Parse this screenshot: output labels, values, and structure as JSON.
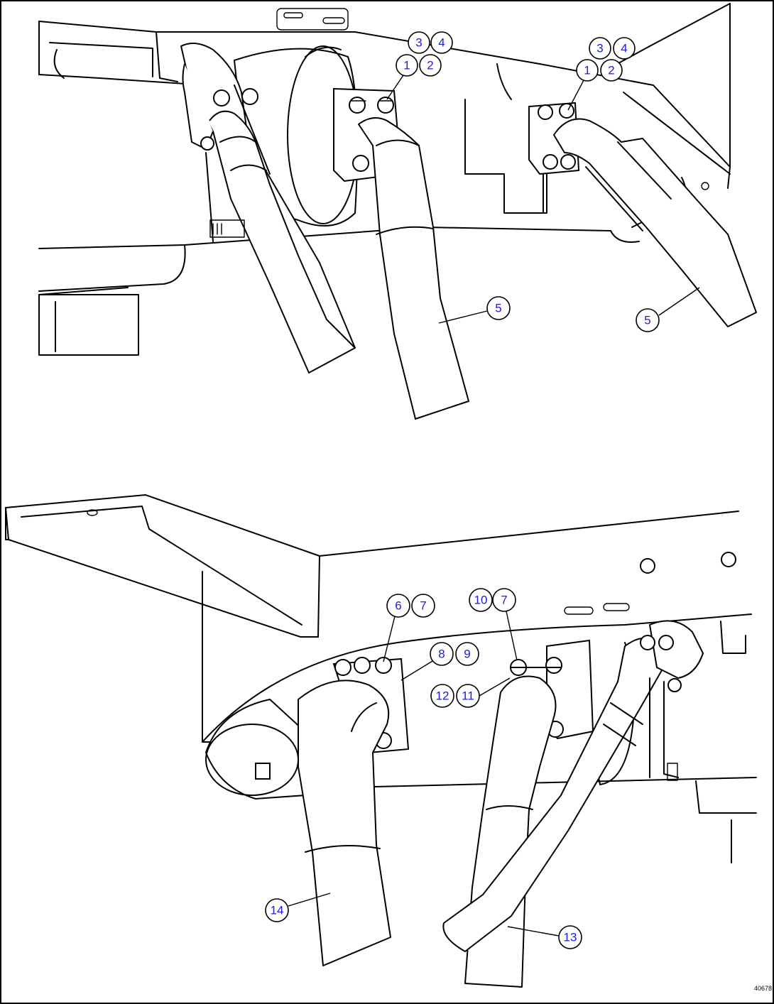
{
  "callouts": {
    "top_left": {
      "c1": "1",
      "c2": "2",
      "c3": "3",
      "c4": "4",
      "c5": "5"
    },
    "top_right": {
      "c1": "1",
      "c2": "2",
      "c3": "3",
      "c4": "4",
      "c5": "5"
    },
    "bottom": {
      "c6": "6",
      "c7a": "7",
      "c7b": "7",
      "c8": "8",
      "c9": "9",
      "c10": "10",
      "c11": "11",
      "c12": "12",
      "c13": "13",
      "c14": "14"
    }
  },
  "figure_id": "40678"
}
